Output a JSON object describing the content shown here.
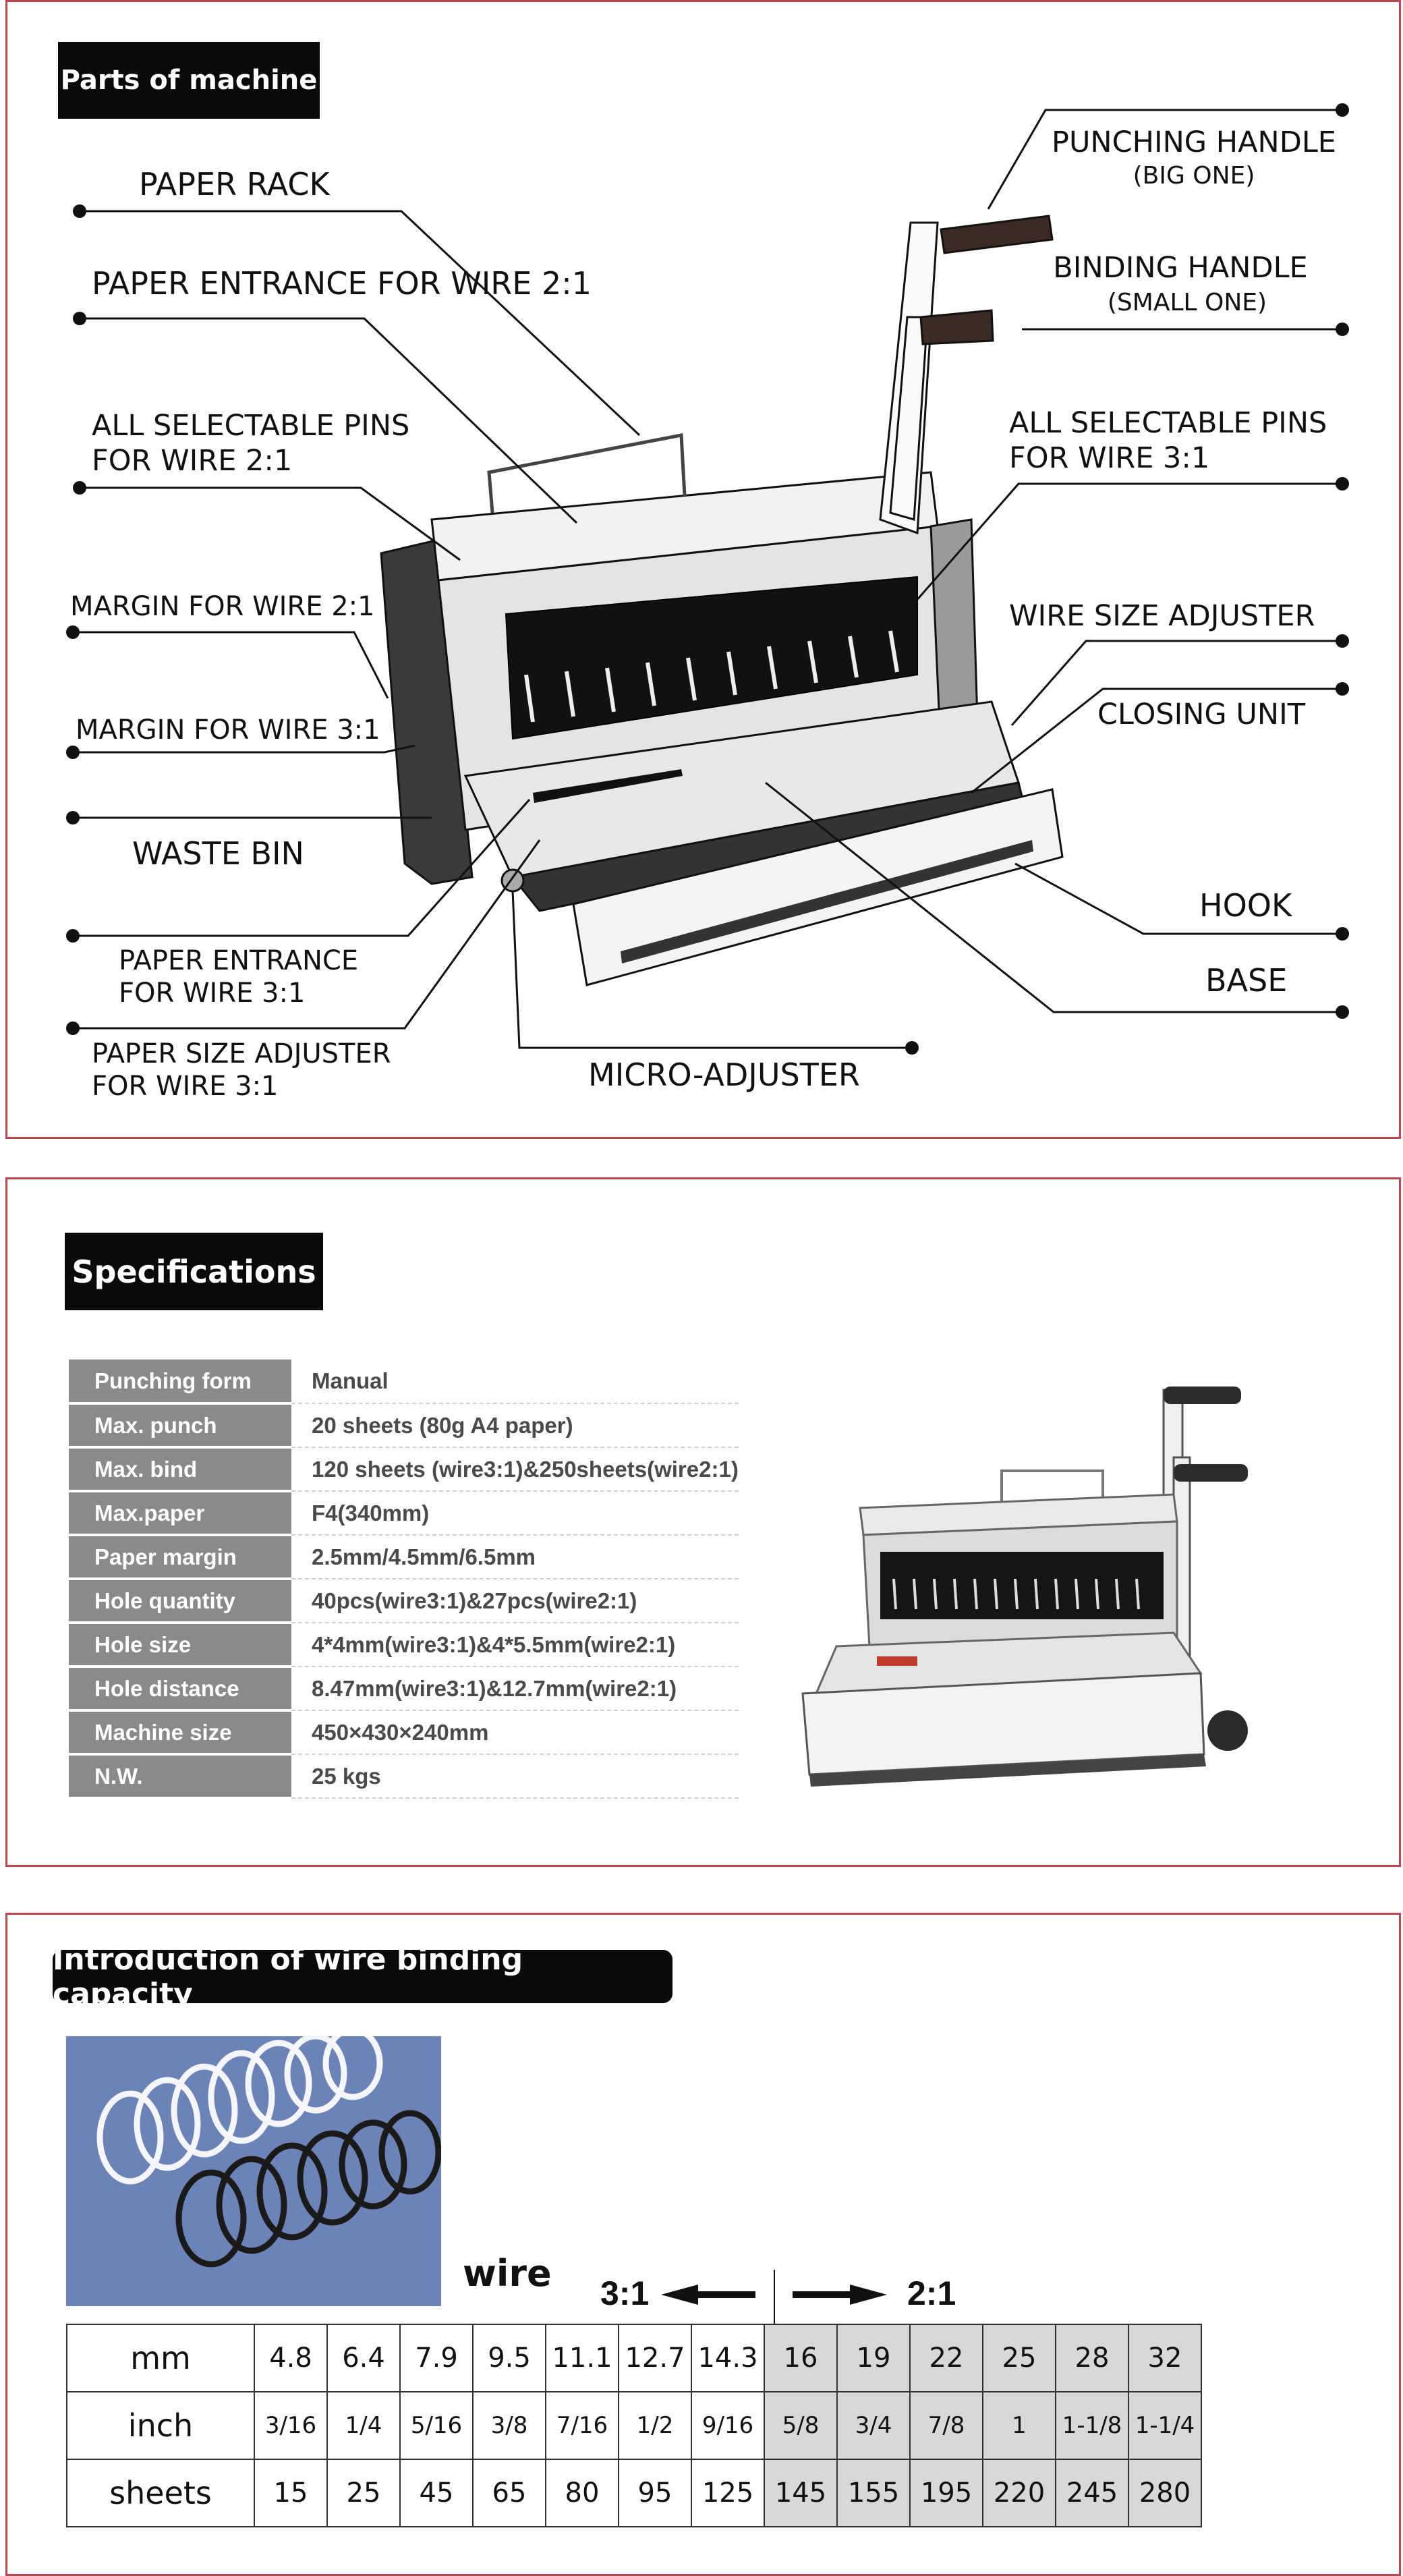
{
  "parts": {
    "title": "Parts of machine",
    "labels": {
      "paper_rack": "PAPER RACK",
      "paper_entrance_21": "PAPER ENTRANCE FOR WIRE 2:1",
      "pins_21": "ALL SELECTABLE PINS\nFOR WIRE 2:1",
      "margin_21": "MARGIN FOR WIRE 2:1",
      "margin_31": "MARGIN FOR WIRE 3:1",
      "waste_bin": "WASTE BIN",
      "paper_entrance_31": "PAPER ENTRANCE\nFOR WIRE 3:1",
      "paper_size_adjuster": "PAPER SIZE ADJUSTER\nFOR WIRE 3:1",
      "micro_adjuster": "MICRO-ADJUSTER",
      "punching_handle": "PUNCHING HANDLE",
      "punching_handle_sub": "(BIG ONE)",
      "binding_handle": "BINDING HANDLE",
      "binding_handle_sub": "(SMALL ONE)",
      "pins_31": "ALL SELECTABLE PINS\nFOR WIRE 3:1",
      "wire_size_adjuster": "WIRE SIZE ADJUSTER",
      "closing_unit": "CLOSING UNIT",
      "hook": "HOOK",
      "base": "BASE"
    }
  },
  "specs": {
    "title": "Specifications",
    "rows": [
      {
        "k": "Punching form",
        "v": "Manual"
      },
      {
        "k": "Max. punch",
        "v": "20 sheets (80g A4 paper)"
      },
      {
        "k": "Max. bind",
        "v": "120 sheets (wire3:1)&250sheets(wire2:1)"
      },
      {
        "k": "Max.paper",
        "v": "F4(340mm)"
      },
      {
        "k": "Paper margin",
        "v": "2.5mm/4.5mm/6.5mm"
      },
      {
        "k": "Hole quantity",
        "v": "40pcs(wire3:1)&27pcs(wire2:1)"
      },
      {
        "k": "Hole size",
        "v": "4*4mm(wire3:1)&4*5.5mm(wire2:1)"
      },
      {
        "k": "Hole distance",
        "v": "8.47mm(wire3:1)&12.7mm(wire2:1)"
      },
      {
        "k": "Machine size",
        "v": "450×430×240mm"
      },
      {
        "k": "N.W.",
        "v": "25 kgs"
      }
    ]
  },
  "capacity": {
    "title": "Introduction of wire binding capacity",
    "wire_word": "wire",
    "ratio_left": "3:1",
    "ratio_right": "2:1",
    "headers": {
      "mm": "mm",
      "inch": "inch",
      "sheets": "sheets"
    },
    "mm": [
      "4.8",
      "6.4",
      "7.9",
      "9.5",
      "11.1",
      "12.7",
      "14.3",
      "16",
      "19",
      "22",
      "25",
      "28",
      "32"
    ],
    "inch": [
      "3/16",
      "1/4",
      "5/16",
      "3/8",
      "7/16",
      "1/2",
      "9/16",
      "5/8",
      "3/4",
      "7/8",
      "1",
      "1-1/8",
      "1-1/4"
    ],
    "sheets": [
      "15",
      "25",
      "45",
      "65",
      "80",
      "95",
      "125",
      "145",
      "155",
      "195",
      "220",
      "245",
      "280"
    ],
    "shade_from_index": 7,
    "shade_color": "#d8d8d8"
  }
}
